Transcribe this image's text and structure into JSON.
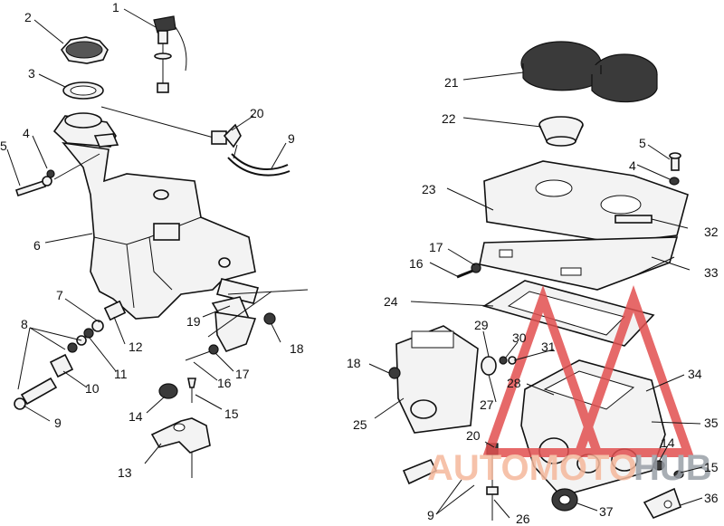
{
  "callouts_left": [
    "1",
    "2",
    "3",
    "4",
    "5",
    "6",
    "7",
    "8",
    "9",
    "9",
    "10",
    "11",
    "12",
    "13",
    "14",
    "15",
    "16",
    "17",
    "18",
    "19",
    "20"
  ],
  "callouts_right": [
    "4",
    "5",
    "9",
    "14",
    "15",
    "16",
    "17",
    "18",
    "20",
    "21",
    "22",
    "23",
    "24",
    "25",
    "26",
    "27",
    "28",
    "29",
    "30",
    "31",
    "32",
    "33",
    "34",
    "35",
    "36",
    "37"
  ],
  "watermark": {
    "text_a": "AUTOMOTO",
    "text_b": "HUB",
    "color_a": "#f5b89c",
    "color_b": "#9aa0a8",
    "triangle_color": "#e25050"
  }
}
